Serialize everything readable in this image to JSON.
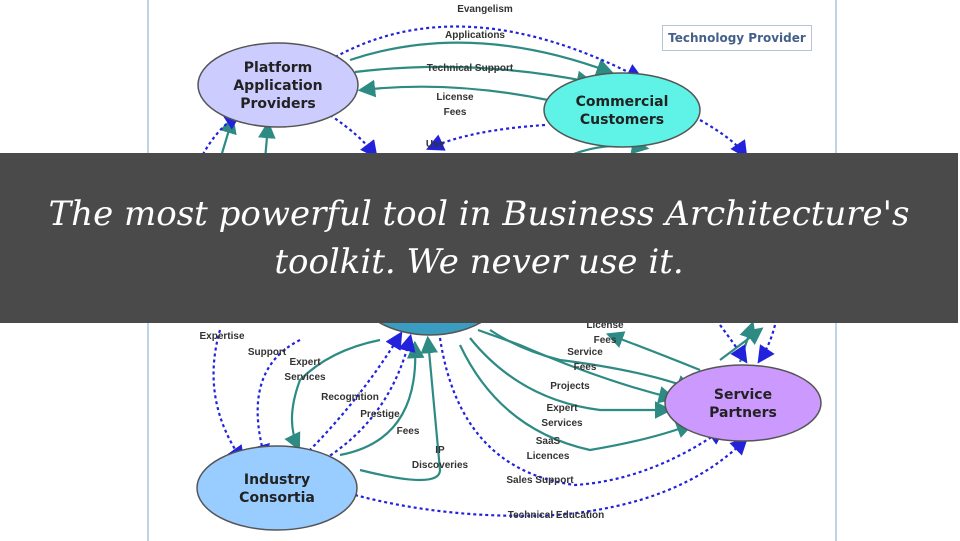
{
  "legend": "Technology Provider",
  "nodes": [
    {
      "id": "platform",
      "lines": [
        "Platform",
        "Application",
        "Providers"
      ],
      "color": "#ccccff"
    },
    {
      "id": "commercial",
      "lines": [
        "Commercial",
        "Customers"
      ],
      "color": "#5ff2e6"
    },
    {
      "id": "service",
      "lines": [
        "Service",
        "Partners"
      ],
      "color": "#cc99ff"
    },
    {
      "id": "consortia",
      "lines": [
        "Industry",
        "Consortia"
      ],
      "color": "#99ccff"
    },
    {
      "id": "central",
      "lines": [],
      "color": "#3a9cc0"
    }
  ],
  "edge_labels": [
    [
      "Evangelism"
    ],
    [
      "Applications"
    ],
    [
      "Technical Support"
    ],
    [
      "License",
      "Fees"
    ],
    [
      "Use"
    ],
    [
      "Expertise"
    ],
    [
      "Support"
    ],
    [
      "Expert",
      "Services"
    ],
    [
      "Recognition"
    ],
    [
      "Prestige"
    ],
    [
      "Fees"
    ],
    [
      "IP",
      "Discoveries"
    ],
    [
      "License",
      "Fees"
    ],
    [
      "Service",
      "Fees"
    ],
    [
      "Projects"
    ],
    [
      "Expert",
      "Services"
    ],
    [
      "SaaS",
      "Licences"
    ],
    [
      "Sales Support"
    ],
    [
      "Technical  Education"
    ]
  ],
  "colors": {
    "solid_edge": "#2e8b84",
    "dashed_edge": "#2222dd",
    "banner": "#4a4a4a"
  },
  "banner": {
    "line1": "The most powerful tool in Business Architecture's",
    "line2": "toolkit.  We never use it."
  }
}
